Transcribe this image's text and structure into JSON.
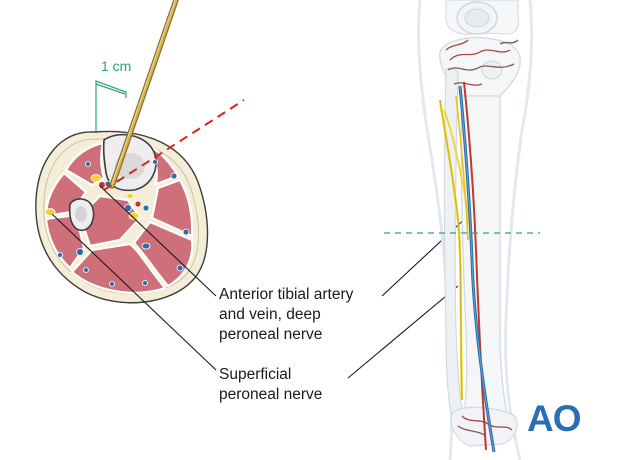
{
  "labels": {
    "scale": "1 cm",
    "anterior_lines": [
      "Anterior tibial artery",
      "and vein, deep",
      "peroneal nerve"
    ],
    "superficial_lines": [
      "Superficial",
      "peroneal nerve"
    ]
  },
  "logo": {
    "text": "AO"
  },
  "colors": {
    "muscle": "#cf6f7a",
    "muscle_outline": "#ffffff",
    "skin": "#f4eed8",
    "bone": "#eeeeee",
    "nerve": "#f2d52a",
    "artery": "#c0392b",
    "vein": "#2c6fa8",
    "accent_green": "#2aa37d",
    "trajectory_red": "#e02020",
    "leg_outline": "#e3e8ee",
    "logo_blue": "#2a6fb6"
  }
}
